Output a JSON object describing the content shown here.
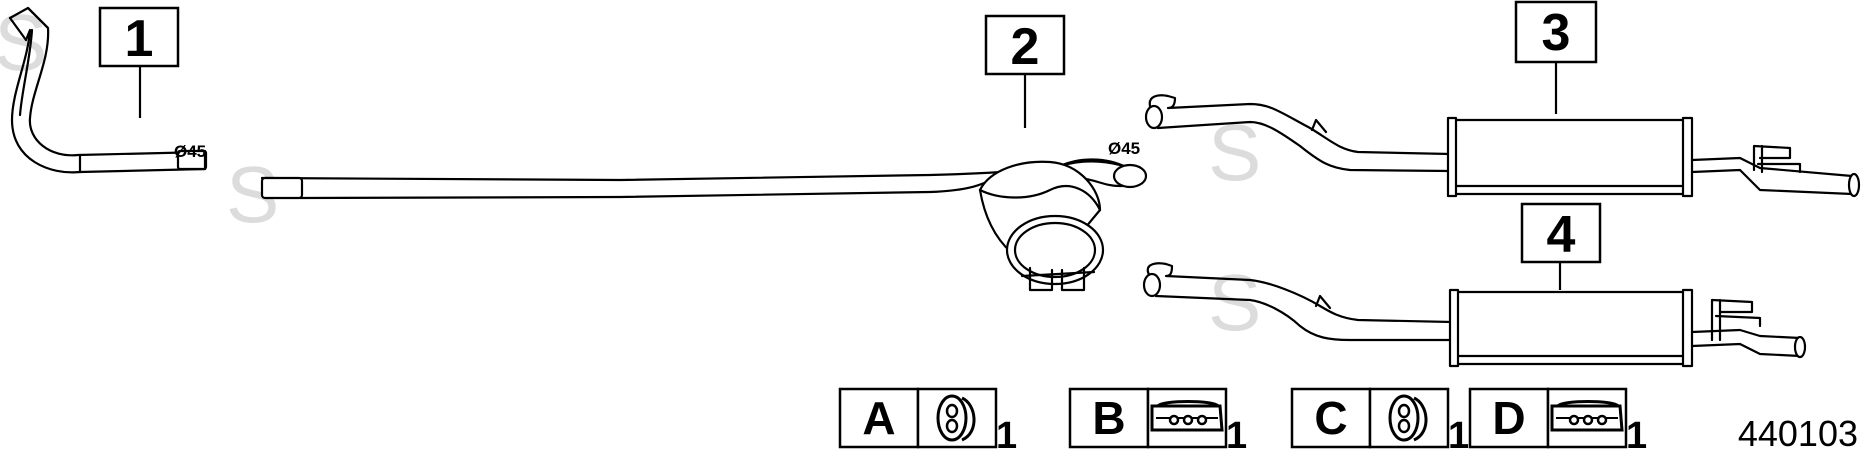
{
  "parts": [
    {
      "id": "1",
      "label": "1"
    },
    {
      "id": "2",
      "label": "2"
    },
    {
      "id": "3",
      "label": "3"
    },
    {
      "id": "4",
      "label": "4"
    }
  ],
  "dimensions": {
    "pipe_1_diameter": "Ø45",
    "pipe_2_diameter": "Ø45"
  },
  "accessories": [
    {
      "letter": "A",
      "icon": "rubber-ring-hanger-icon",
      "qty": "1"
    },
    {
      "letter": "B",
      "icon": "exhaust-gasket-icon",
      "qty": "1"
    },
    {
      "letter": "C",
      "icon": "rubber-ring-hanger-icon",
      "qty": "1"
    },
    {
      "letter": "D",
      "icon": "exhaust-gasket-icon",
      "qty": "1"
    }
  ],
  "reference_number": "440103",
  "watermark": "S"
}
